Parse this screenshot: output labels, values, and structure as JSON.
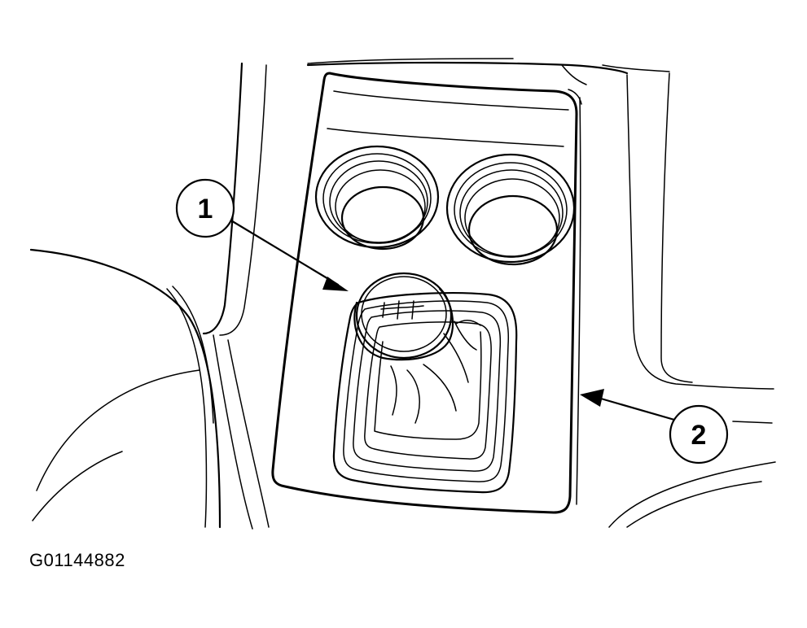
{
  "callouts": [
    {
      "id": "1",
      "label": "1"
    },
    {
      "id": "2",
      "label": "2"
    }
  ],
  "figure_id": "G01144882",
  "colors": {
    "line": "#000000",
    "background": "#ffffff"
  }
}
